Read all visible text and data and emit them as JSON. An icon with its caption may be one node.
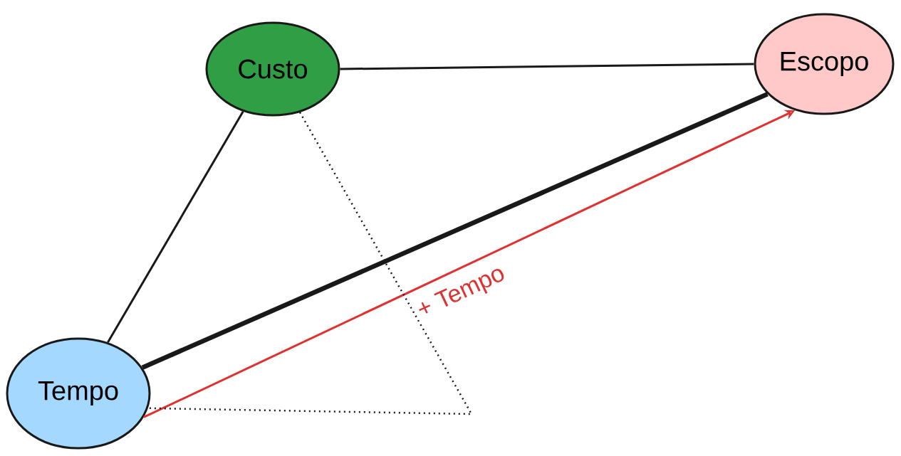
{
  "diagram": {
    "nodes": [
      {
        "text": [
          "Custo"
        ]
      },
      {
        "text": [
          "Escopo"
        ]
      },
      {
        "text": [
          "Tempo"
        ]
      }
    ],
    "edges": [
      {
        "from": 0,
        "to": 1,
        "arrow": "none"
      },
      {
        "from": 0,
        "to": 2,
        "arrow": "none"
      },
      {
        "from": 2,
        "to": 1,
        "arrow": "none",
        "style": "thick"
      },
      {
        "from": 2,
        "to": 1,
        "arrow": "to",
        "color": "#e03131",
        "label": "+ Tempo"
      },
      {
        "from": 0,
        "to": 2,
        "arrow": "none",
        "style": "dashed"
      }
    ]
  }
}
